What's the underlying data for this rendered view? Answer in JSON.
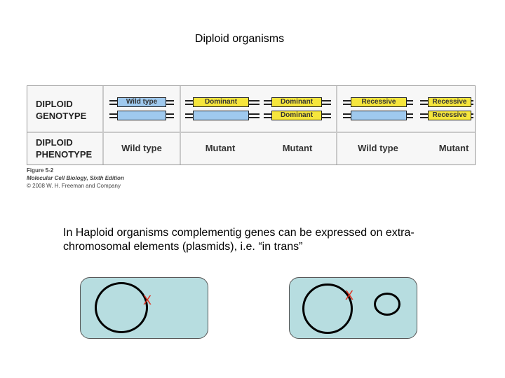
{
  "title": "Diploid organisms",
  "figure": {
    "genotype_label": [
      "DIPLOID",
      "GENOTYPE"
    ],
    "phenotype_label": [
      "DIPLOID",
      "PHENOTYPE"
    ],
    "genotypes": [
      {
        "top": "Wild type",
        "bottom": ""
      },
      {
        "top": "Dominant",
        "bottom": ""
      },
      {
        "top": "Dominant",
        "bottom": "Dominant"
      },
      {
        "top": "Recessive",
        "bottom": ""
      },
      {
        "top": "Recessive",
        "bottom": "Recessive"
      }
    ],
    "phenotypes": [
      "Wild type",
      "Mutant",
      "Mutant",
      "Wild type",
      "Mutant"
    ],
    "colors": {
      "wild_type": "#9fc9ee",
      "mutant": "#f6e63c"
    },
    "caption": [
      "Figure 5-2",
      "Molecular Cell Biology, Sixth Edition",
      "© 2008 W. H. Freeman and Company"
    ]
  },
  "description": "In Haploid organisms complementig genes can be expressed on extra-chromosomal elements (plasmids), i.e. “in trans”",
  "cells": {
    "left_marker": "X",
    "right_marker": "X",
    "fill_color": "#b7dde0"
  }
}
